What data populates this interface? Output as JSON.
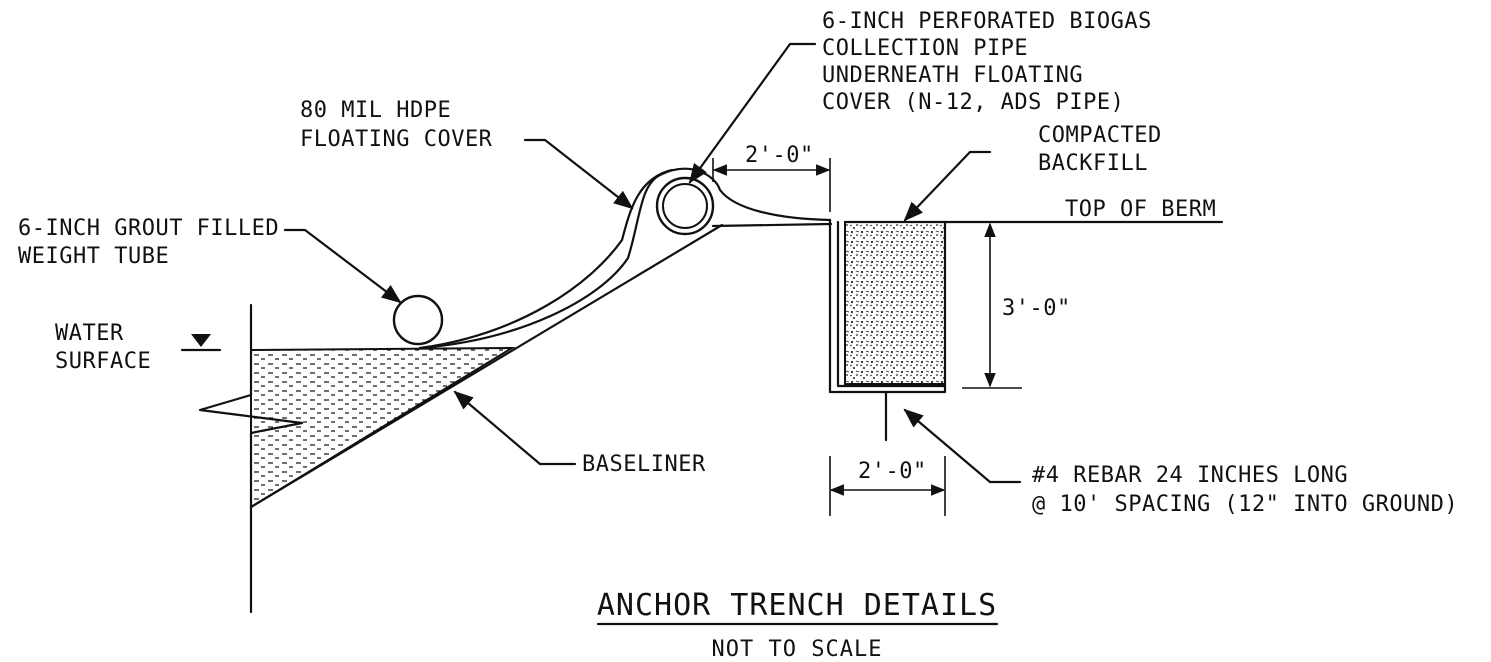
{
  "labels": {
    "biogas_pipe": [
      "6-INCH PERFORATED BIOGAS",
      "COLLECTION PIPE",
      "UNDERNEATH FLOATING",
      "COVER (N-12, ADS PIPE)"
    ],
    "floating_cover": [
      "80 MIL HDPE",
      "FLOATING COVER"
    ],
    "backfill": [
      "COMPACTED",
      "BACKFILL"
    ],
    "weight_tube": [
      "6-INCH GROUT FILLED",
      "WEIGHT TUBE"
    ],
    "water_surface": [
      "WATER",
      "SURFACE"
    ],
    "top_of_berm": "TOP OF BERM",
    "baseliner": "BASELINER",
    "rebar": [
      "#4 REBAR 24 INCHES LONG",
      "@ 10' SPACING (12\" INTO GROUND)"
    ]
  },
  "dimensions": {
    "setback": "2'-0\"",
    "trench_depth": "3'-0\"",
    "trench_width": "2'-0\""
  },
  "title": "ANCHOR TRENCH DETAILS",
  "subtitle": "NOT TO SCALE"
}
